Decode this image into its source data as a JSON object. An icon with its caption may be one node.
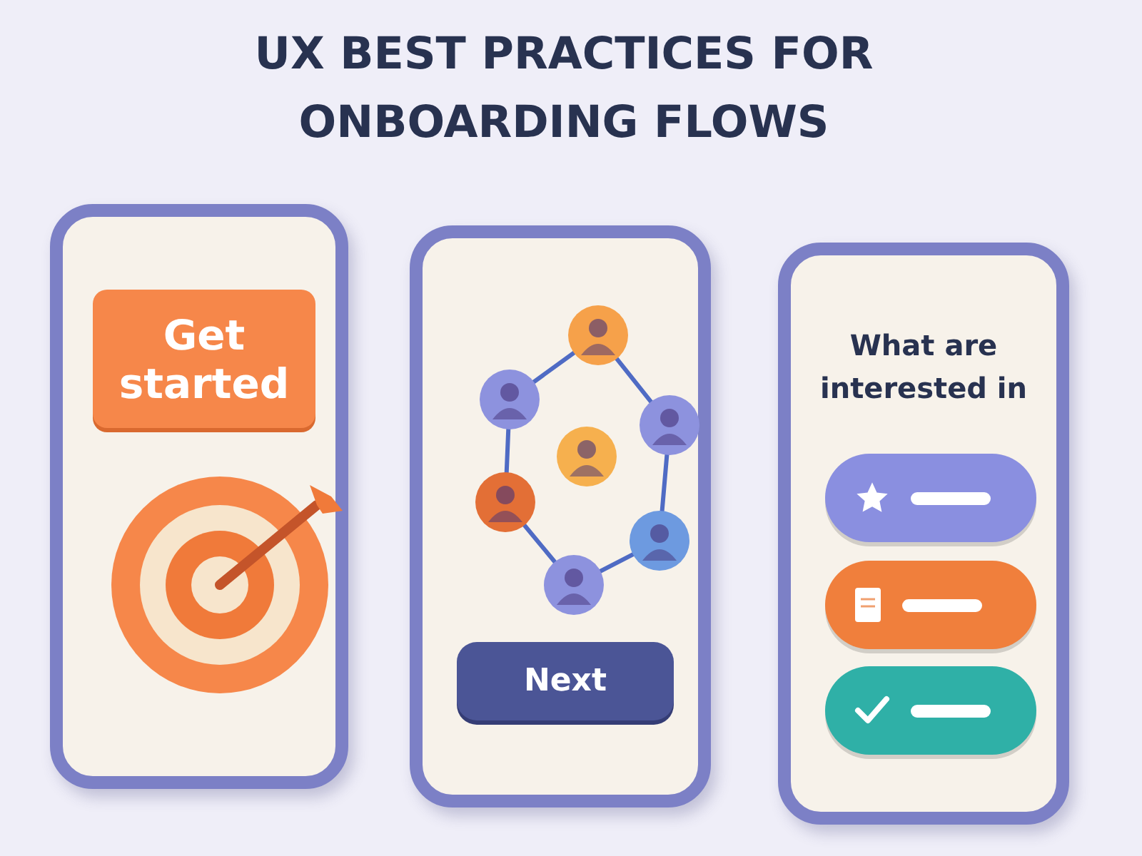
{
  "diagram": {
    "title": "UX BEST PRACTICES FOR ONBOARDING FLOWS",
    "nodes": [
      {
        "text": [],
        "shape": "box"
      },
      {
        "text": [
          "Get started"
        ],
        "in": 0
      },
      {
        "text": [],
        "shape": "box"
      },
      {
        "text": [
          "Next"
        ],
        "in": 2
      },
      {
        "text": [
          "What are interested in"
        ]
      },
      {
        "text": [],
        "shape": "bar",
        "in": 4
      },
      {
        "text": [],
        "shape": "bar",
        "in": 4
      },
      {
        "text": [],
        "shape": "bar",
        "in": 4
      }
    ]
  }
}
